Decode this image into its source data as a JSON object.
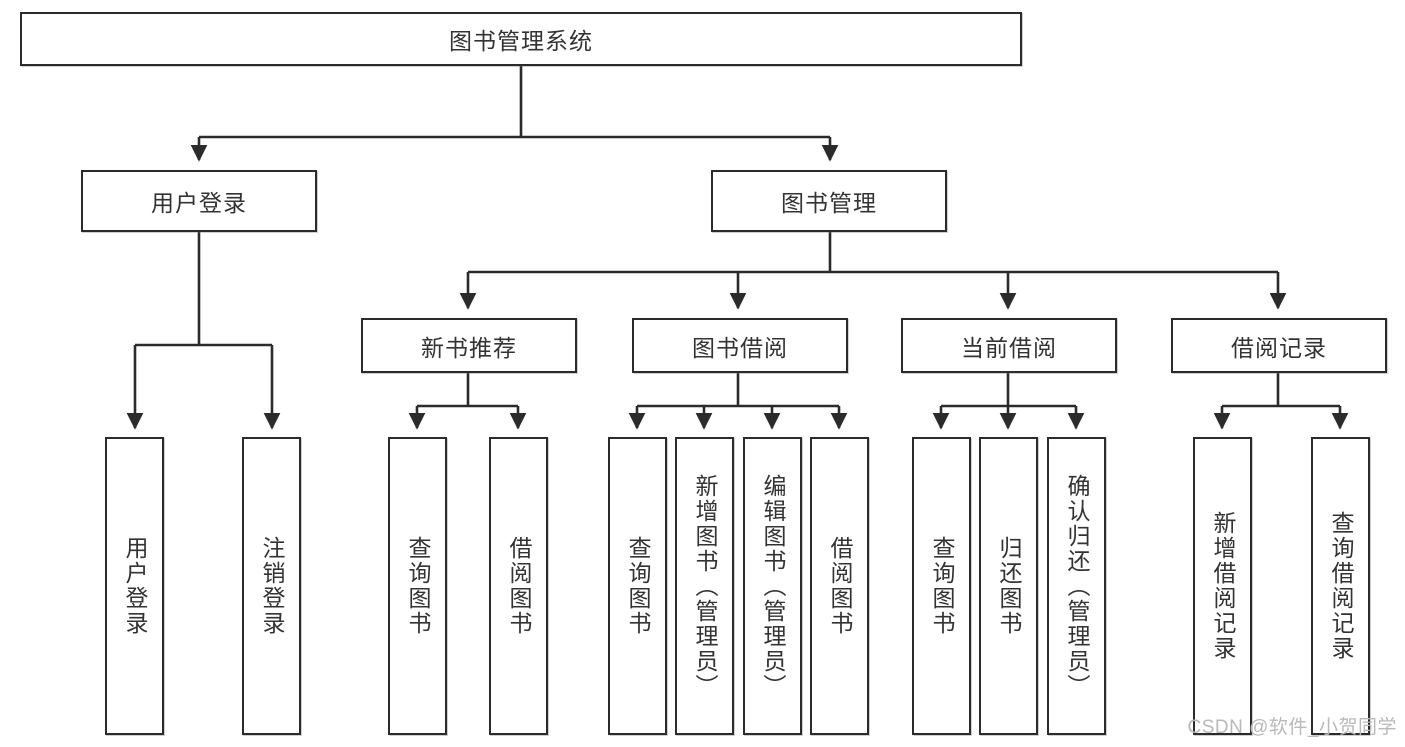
{
  "diagram": {
    "title": "图书管理系统",
    "type": "hierarchy-tree",
    "colors": {
      "box_border": "#2b2b2b",
      "box_fill": "#ffffff",
      "text": "#333333",
      "edge": "#2b2b2b",
      "watermark": "#b9b9b9"
    },
    "root": {
      "label": "图书管理系统"
    },
    "level2": [
      {
        "id": "user-login",
        "label": "用户登录"
      },
      {
        "id": "book-management",
        "label": "图书管理"
      }
    ],
    "level3": [
      {
        "id": "new-book-recommend",
        "label": "新书推荐"
      },
      {
        "id": "book-borrow",
        "label": "图书借阅"
      },
      {
        "id": "current-borrow",
        "label": "当前借阅"
      },
      {
        "id": "borrow-record",
        "label": "借阅记录"
      }
    ],
    "leaves": [
      {
        "id": "leaf-user-login",
        "label": "用户登录",
        "parent": "user-login"
      },
      {
        "id": "leaf-user-logout",
        "label": "注销登录",
        "parent": "user-login"
      },
      {
        "id": "leaf-query-book-1",
        "label": "查询图书",
        "parent": "new-book-recommend"
      },
      {
        "id": "leaf-borrow-book-1",
        "label": "借阅图书",
        "parent": "new-book-recommend"
      },
      {
        "id": "leaf-query-book-2",
        "label": "查询图书",
        "parent": "book-borrow"
      },
      {
        "id": "leaf-add-book",
        "label": "新增图书（管理员）",
        "parent": "book-borrow"
      },
      {
        "id": "leaf-edit-book",
        "label": "编辑图书（管理员）",
        "parent": "book-borrow"
      },
      {
        "id": "leaf-borrow-book-2",
        "label": "借阅图书",
        "parent": "book-borrow"
      },
      {
        "id": "leaf-query-book-3",
        "label": "查询图书",
        "parent": "current-borrow"
      },
      {
        "id": "leaf-return-book",
        "label": "归还图书",
        "parent": "current-borrow"
      },
      {
        "id": "leaf-confirm-return",
        "label": "确认归还（管理员）",
        "parent": "current-borrow"
      },
      {
        "id": "leaf-add-record",
        "label": "新增借阅记录",
        "parent": "borrow-record"
      },
      {
        "id": "leaf-query-record",
        "label": "查询借阅记录",
        "parent": "borrow-record"
      }
    ],
    "watermark": "CSDN @软件_小贺同学"
  }
}
